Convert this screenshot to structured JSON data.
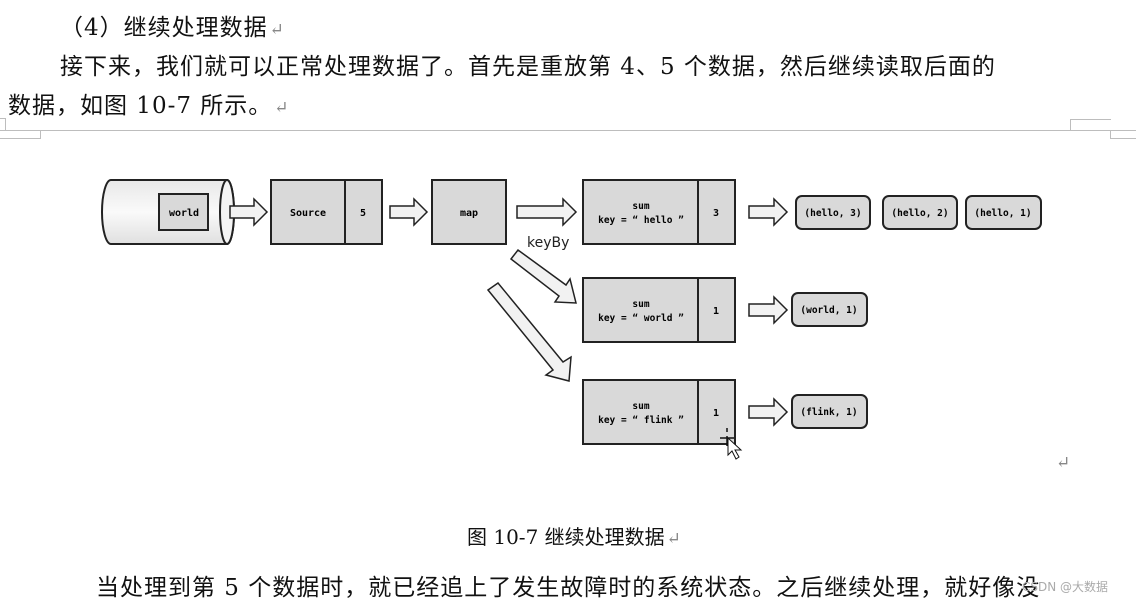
{
  "doc": {
    "heading": "（4）继续处理数据",
    "para1_line1": "接下来，我们就可以正常处理数据了。首先是重放第 4、5 个数据，然后继续读取后面的",
    "para1_line2": "数据，如图 10-7 所示。",
    "para_mark": "↵",
    "caption": "图 10-7  继续处理数据",
    "para2": "当处理到第 5 个数据时，就已经追上了发生故障时的系统状态。之后继续处理，就好像没",
    "watermark": "CSDN @大数据"
  },
  "diagram": {
    "queue_item": "world",
    "source_label": "Source",
    "source_offset": "5",
    "map_label": "map",
    "keyby_label": "keyBy",
    "sum_label": "sum",
    "tasks": [
      {
        "key": "key = “ hello ”",
        "state": "3",
        "outputs": [
          "(hello, 3)",
          "(hello, 2)",
          "(hello, 1)"
        ]
      },
      {
        "key": "key = “ world ”",
        "state": "1",
        "outputs": [
          "(world, 1)"
        ]
      },
      {
        "key": "key = “ flink ”",
        "state": "1",
        "outputs": [
          "(flink, 1)"
        ]
      }
    ],
    "colors": {
      "box_fill": "#d9d9d9",
      "stroke": "#222222",
      "arrow_fill": "#f2f2f2"
    }
  }
}
